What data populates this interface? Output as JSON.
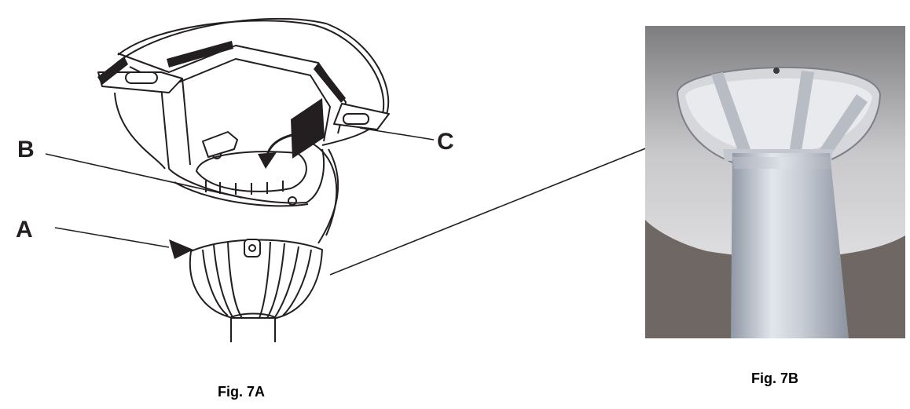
{
  "figure_7a": {
    "caption": "Fig. 7A",
    "callouts": {
      "a": "A",
      "b": "B",
      "c": "C"
    }
  },
  "figure_7b": {
    "caption": "Fig. 7B"
  }
}
